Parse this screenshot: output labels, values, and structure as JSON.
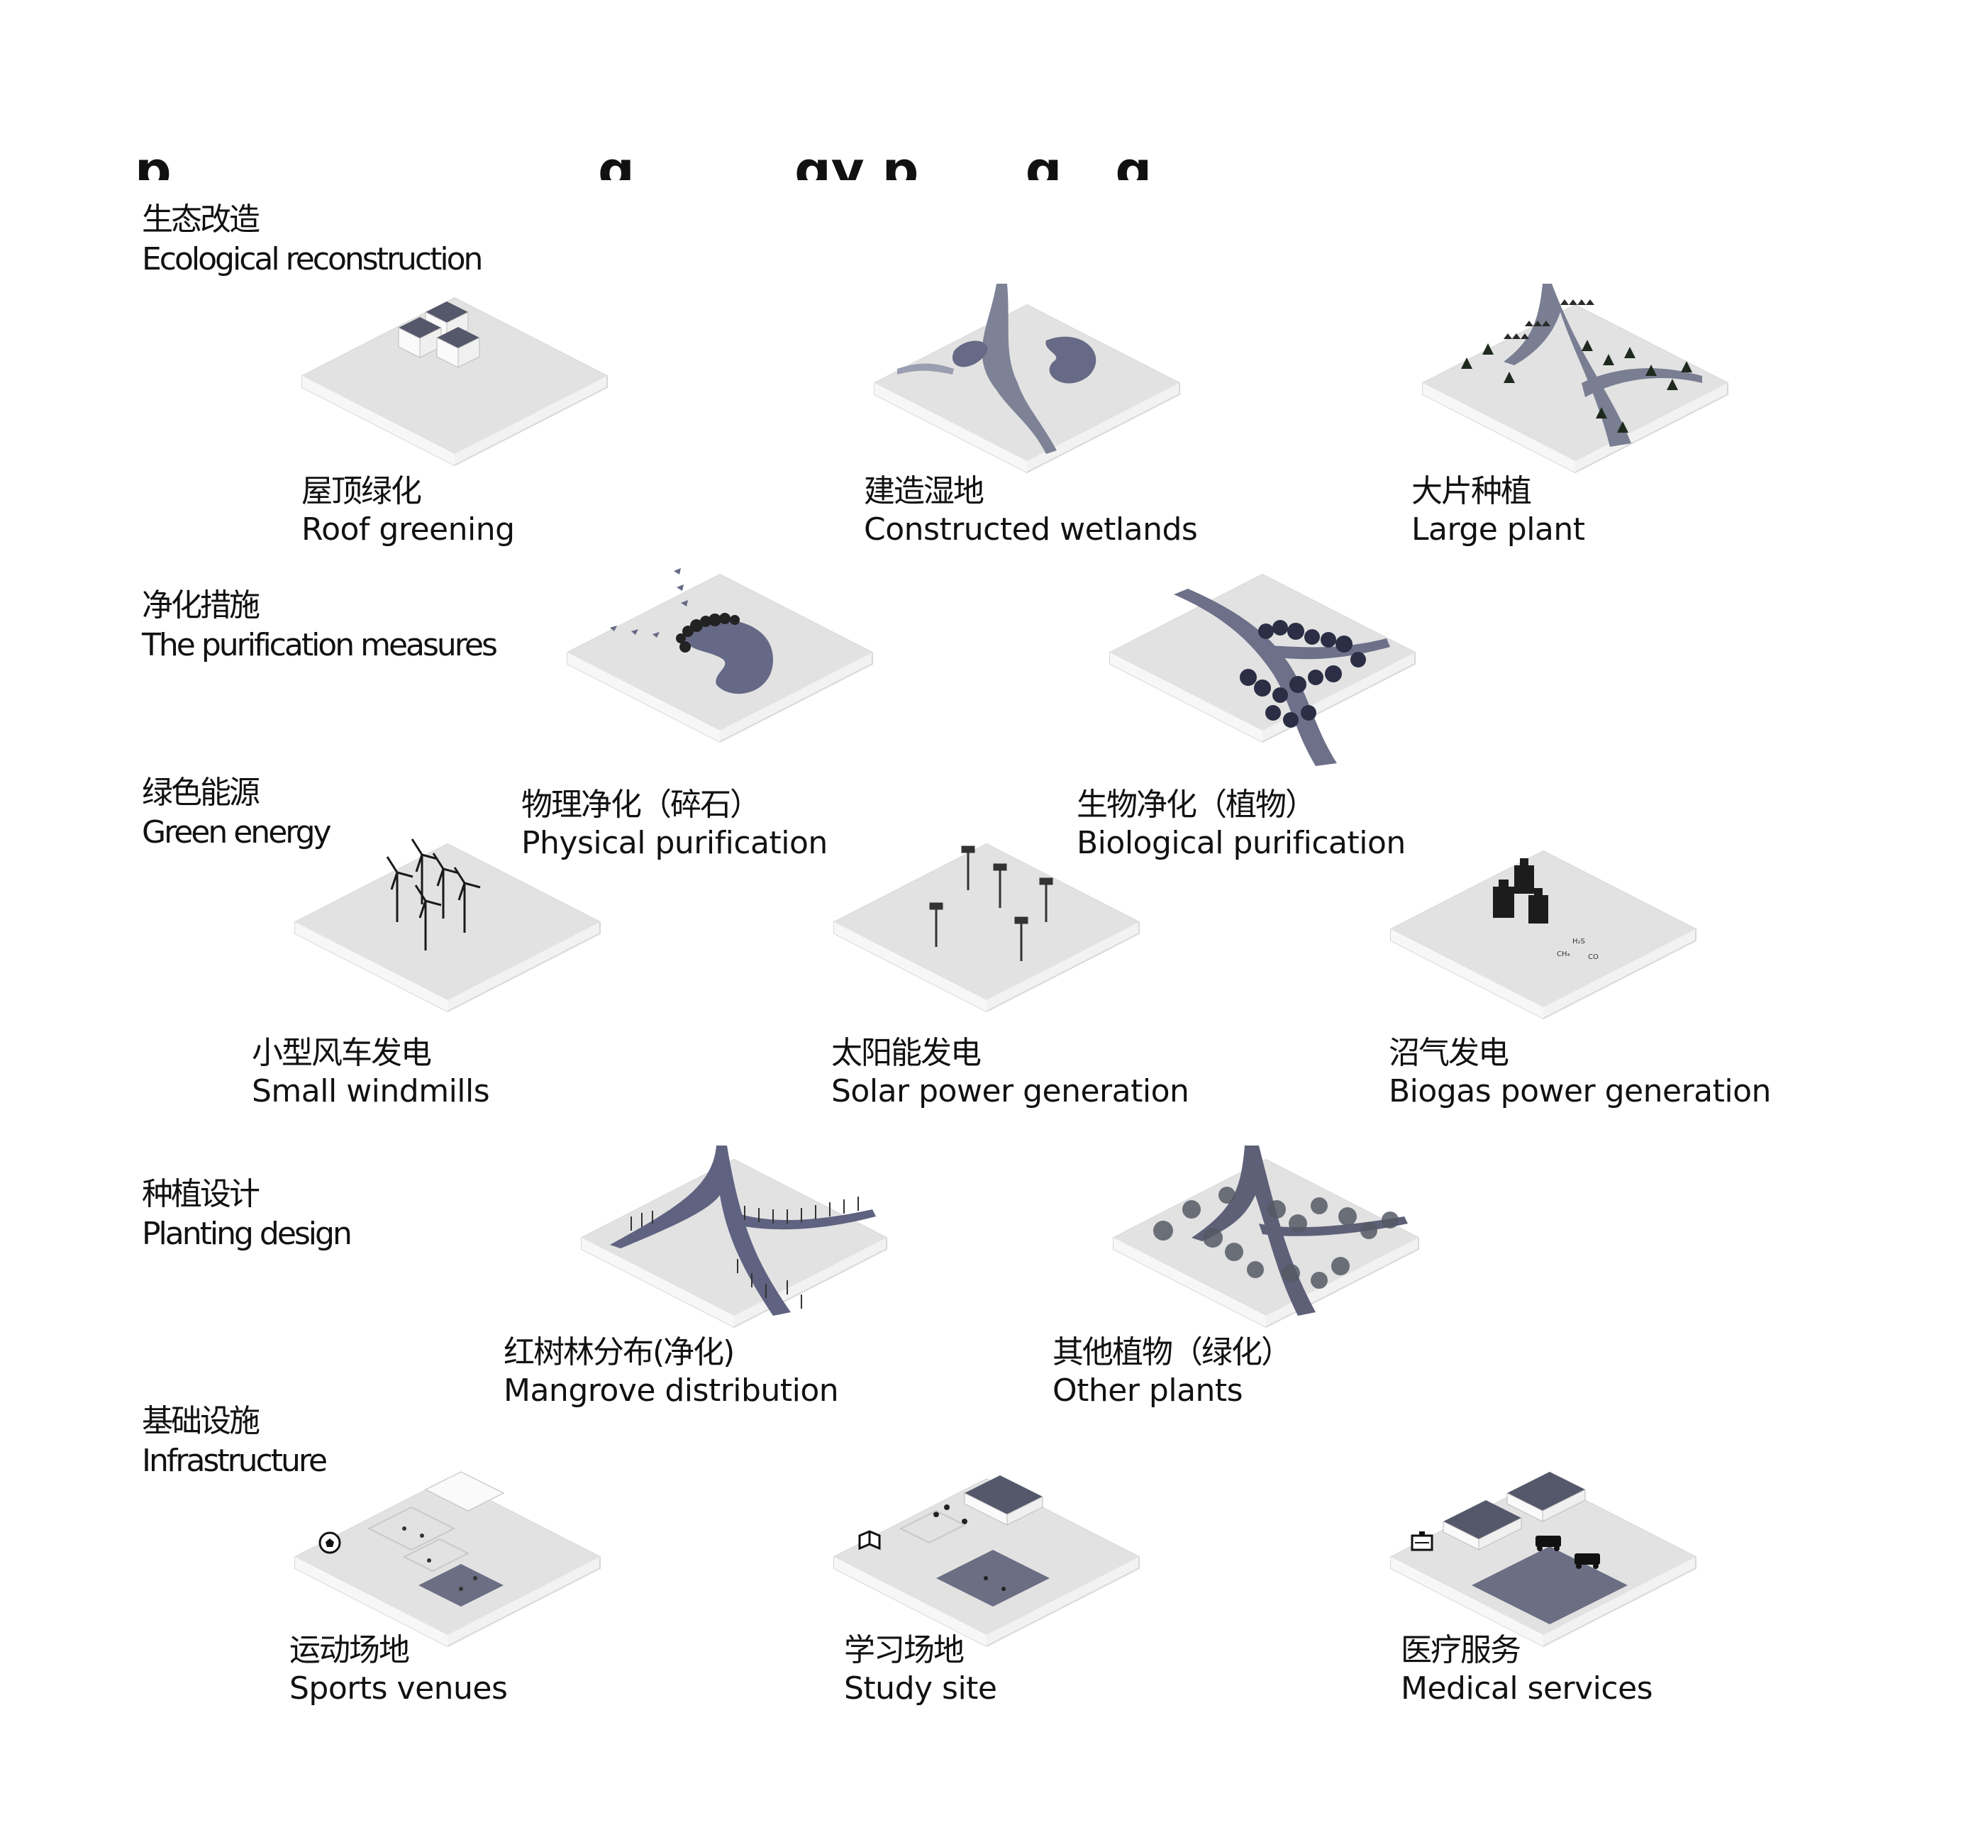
{
  "colors": {
    "tile_top": "#e3e3e3",
    "tile_side": "#f0f0f0",
    "water": "#6c6e8a",
    "dark": "#1c1c1c",
    "field": "#6e6e80"
  },
  "sections": [
    {
      "zh": "生态改造",
      "en": "Ecological reconstruction"
    },
    {
      "zh": "净化措施",
      "en": "The purification measures"
    },
    {
      "zh": "绿色能源",
      "en": "Green energy"
    },
    {
      "zh": "种植设计",
      "en": "Planting design"
    },
    {
      "zh": "基础设施",
      "en": "Infrastructure"
    }
  ],
  "items": [
    {
      "zh": "屋顶绿化",
      "en": "Roof greening",
      "icon": "roof-blocks"
    },
    {
      "zh": "建造湿地",
      "en": "Constructed wetlands",
      "icon": "wetland-ponds"
    },
    {
      "zh": "大片种植",
      "en": "Large plant",
      "icon": "forest-river"
    },
    {
      "zh": "物理净化（碎石）",
      "en": "Physical purification",
      "icon": "gravel-pond"
    },
    {
      "zh": "生物净化（植物）",
      "en": "Biological purification",
      "icon": "tree-channel"
    },
    {
      "zh": "小型风车发电",
      "en": "Small windmills",
      "icon": "wind-turbine"
    },
    {
      "zh": "太阳能发电",
      "en": "Solar power generation",
      "icon": "solar-lamp"
    },
    {
      "zh": "沼气发电",
      "en": "Biogas power generation",
      "icon": "biogas-digester"
    },
    {
      "zh": "红树林分布(净化)",
      "en": "Mangrove distribution",
      "icon": "mangrove-marsh"
    },
    {
      "zh": "其他植物（绿化）",
      "en": "Other plants",
      "icon": "broadleaf-trees"
    },
    {
      "zh": "运动场地",
      "en": "Sports venues",
      "icon": "soccer-ball"
    },
    {
      "zh": "学习场地",
      "en": "Study site",
      "icon": "book-icon"
    },
    {
      "zh": "医疗服务",
      "en": "Medical services",
      "icon": "hospital-icon"
    }
  ],
  "biogas": {
    "g1": "H₂S",
    "g2": "CH₄",
    "g3": "CO"
  }
}
